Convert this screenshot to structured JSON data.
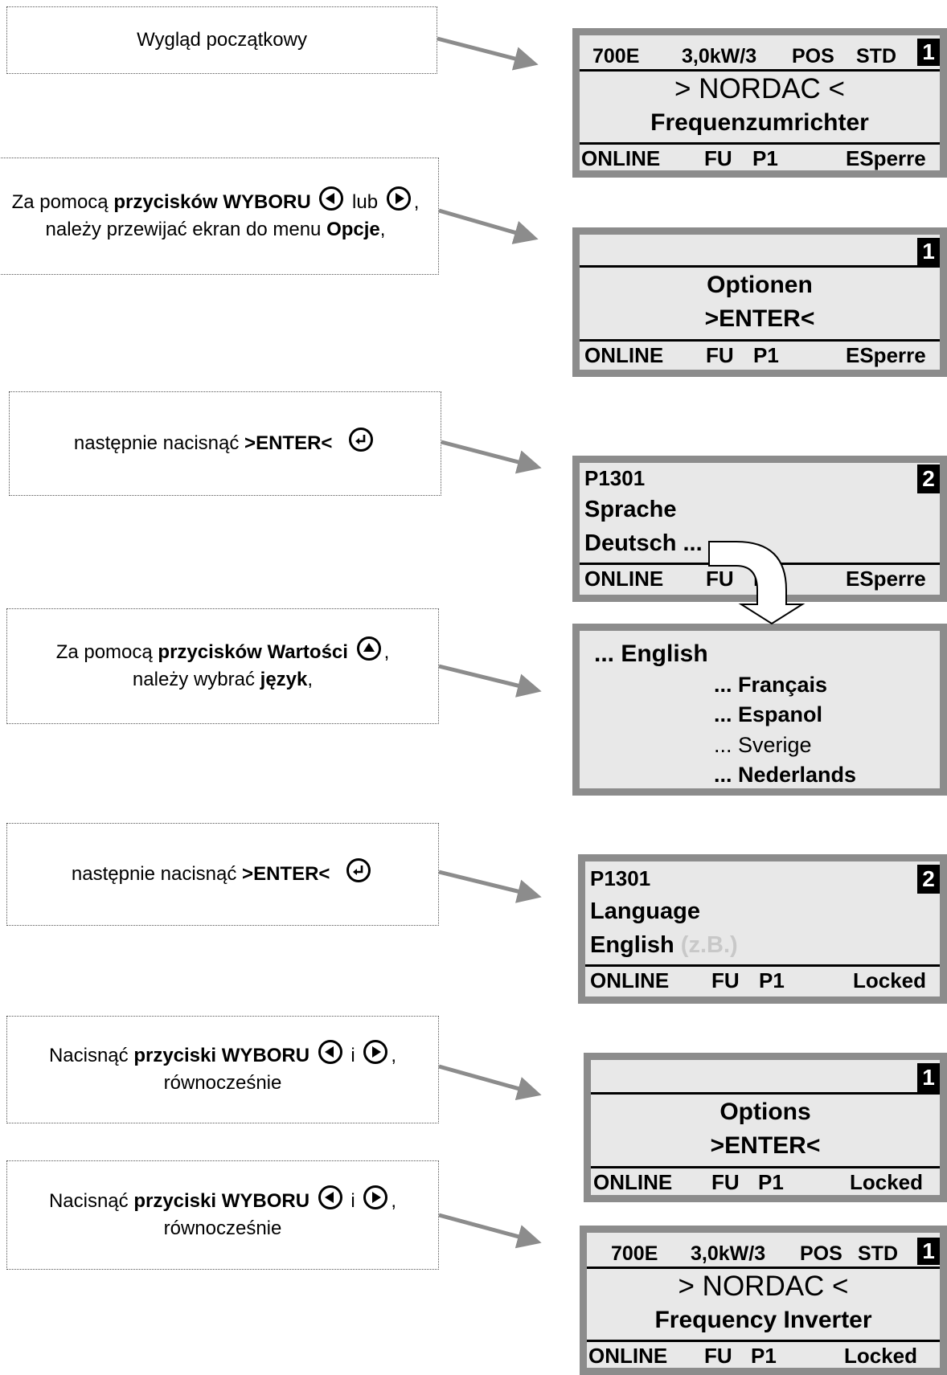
{
  "steps": [
    {
      "text": "Wygląd początkowy"
    },
    {
      "pre": "Za pomocą ",
      "b1": "przycisków  WYBORU",
      "mid": " lub ",
      "post": ",",
      "line2_pre": "należy przewijać ekran do menu ",
      "line2_b": "Opcje",
      "line2_post": ","
    },
    {
      "pre": "następnie nacisnąć ",
      "b1": ">ENTER<"
    },
    {
      "pre": "Za pomocą ",
      "b1": "przycisków Wartości",
      "post": ",",
      "line2_pre": "należy wybrać ",
      "line2_b": "język",
      "line2_post": ","
    },
    {
      "pre": "następnie nacisnąć ",
      "b1": ">ENTER<"
    },
    {
      "pre": "Nacisnąć ",
      "b1": "przyciski  WYBORU",
      "mid": " i ",
      "post": ",",
      "line2": "równocześnie"
    },
    {
      "pre": "Nacisnąć ",
      "b1": "przyciski  WYBORU",
      "mid": " i ",
      "post": ",",
      "line2": "równocześnie"
    }
  ],
  "icons": [
    "left-select-button-icon",
    "right-select-button-icon",
    "enter-button-icon",
    "up-value-button-icon"
  ],
  "screens": {
    "s1": {
      "h1": "700E",
      "h2": "3,0kW/3",
      "h3": "POS",
      "h4": "STD",
      "badge": "1",
      "line1": ">   NORDAC   <",
      "line2": "Frequenzumrichter",
      "b1": "ONLINE",
      "b2": "FU",
      "b3": "P1",
      "b4": "ESperre"
    },
    "s2": {
      "badge": "1",
      "line1": "Optionen",
      "line2": ">ENTER<",
      "b1": "ONLINE",
      "b2": "FU",
      "b3": "P1",
      "b4": "ESperre"
    },
    "s3": {
      "param": "P1301",
      "badge": "2",
      "line1": "Sprache",
      "line2": "Deutsch ...",
      "b1": "ONLINE",
      "b2": "FU",
      "b3": "P",
      "b4": "ESperre"
    },
    "s4": {
      "langs": [
        "... English",
        "... Français",
        "... Espanol",
        "... Sverige",
        "... Nederlands"
      ]
    },
    "s5": {
      "param": "P1301",
      "badge": "2",
      "line1": "Language",
      "line2": "English",
      "note": "(z.B.)",
      "b1": "ONLINE",
      "b2": "FU",
      "b3": "P1",
      "b4": "Locked"
    },
    "s6": {
      "badge": "1",
      "line1": "Options",
      "line2": ">ENTER<",
      "b1": "ONLINE",
      "b2": "FU",
      "b3": "P1",
      "b4": "Locked"
    },
    "s7": {
      "h1": "700E",
      "h2": "3,0kW/3",
      "h3": "POS",
      "h4": "STD",
      "badge": "1",
      "line1": ">   NORDAC   <",
      "line2": "Frequency  Inverter",
      "b1": "ONLINE",
      "b2": "FU",
      "b3": "P1",
      "b4": "Locked"
    }
  }
}
